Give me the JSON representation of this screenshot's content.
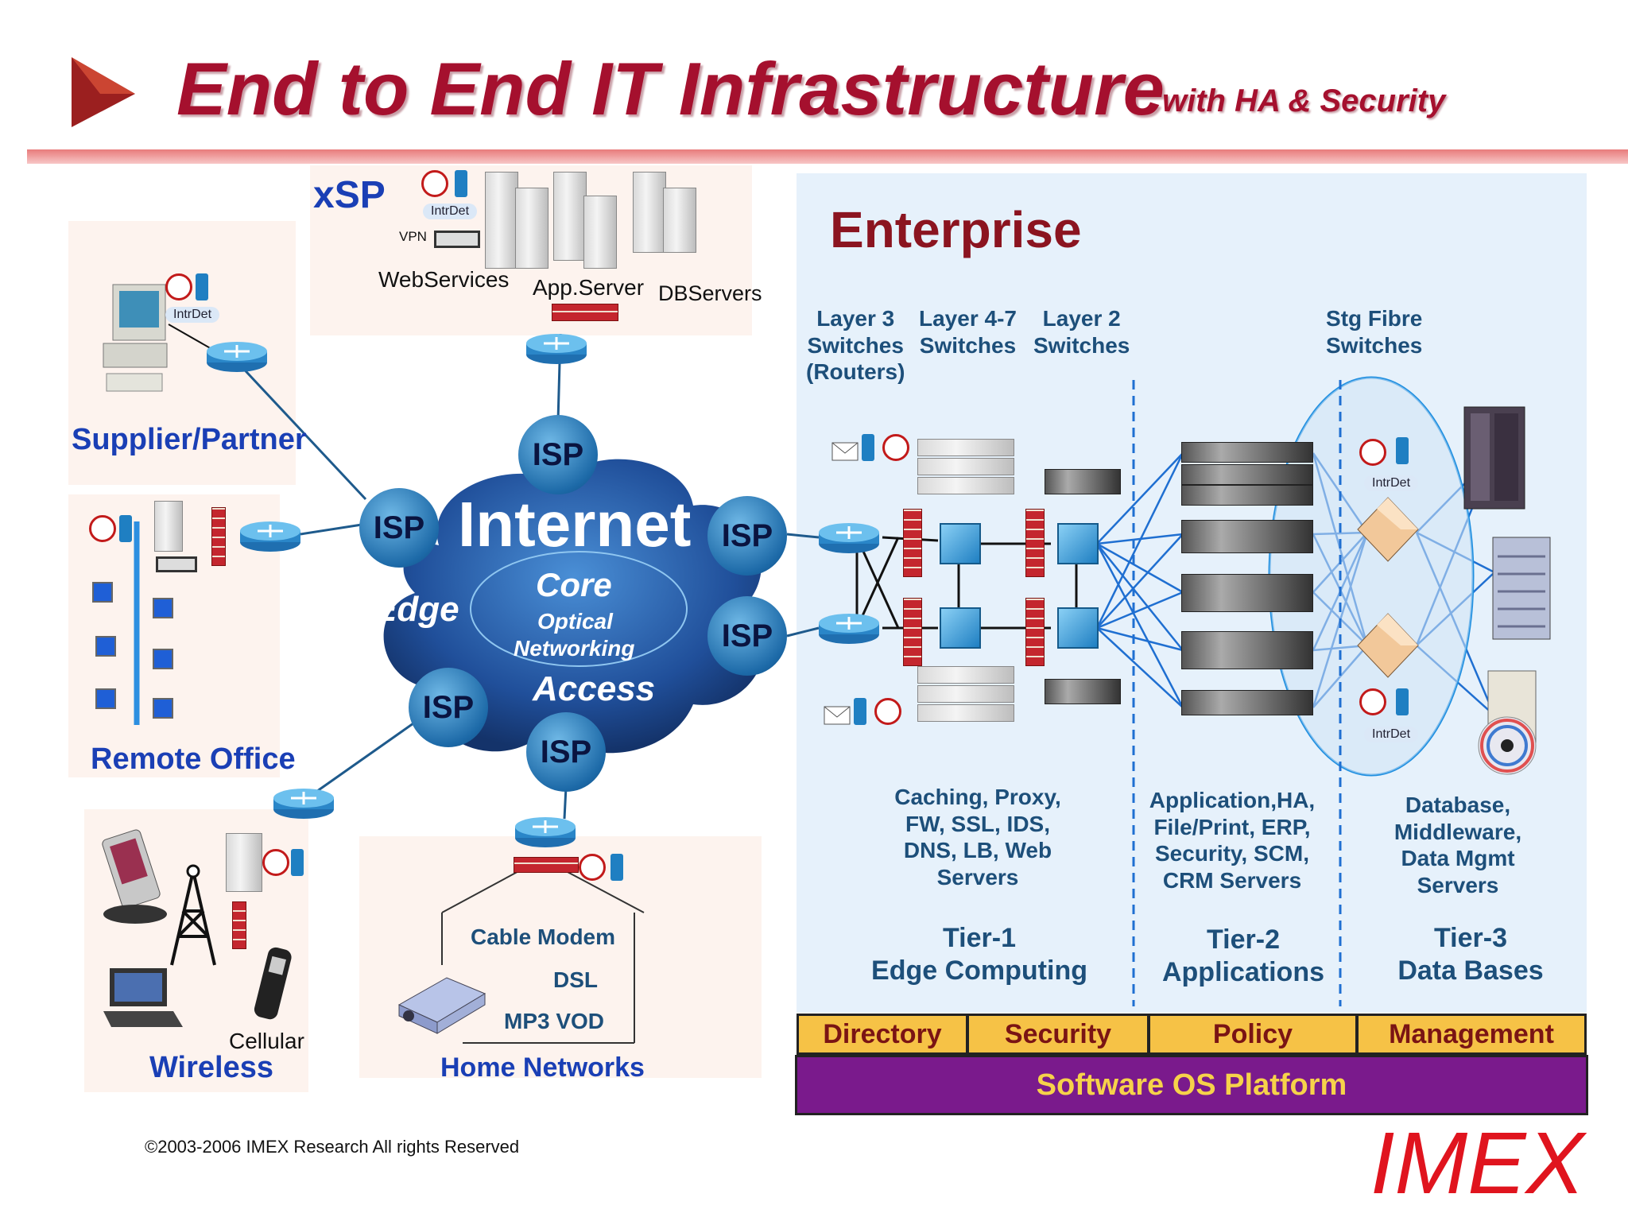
{
  "header": {
    "title": "End to End IT Infrastructure",
    "subtitle": "with HA & Security"
  },
  "xsp": {
    "label": "xSP",
    "intrdet": "IntrDet",
    "vpn": "VPN",
    "web_services": "WebServices",
    "app_server": "App.Server",
    "db_servers": "DBServers"
  },
  "supplier": {
    "label": "Supplier/Partner",
    "intrdet": "IntrDet"
  },
  "remote_office": {
    "label": "Remote Office"
  },
  "wireless": {
    "label": "Wireless",
    "cellular": "Cellular"
  },
  "home_networks": {
    "label": "Home Networks",
    "cable_modem": "Cable Modem",
    "dsl": "DSL",
    "mp3_vod": "MP3  VOD"
  },
  "internet": {
    "label": "Internet",
    "core": "Core",
    "optical": "Optical",
    "networking": "Networking",
    "edge": "Edge",
    "access": "Access",
    "isp": "ISP"
  },
  "enterprise": {
    "label": "Enterprise",
    "layer3": [
      "Layer 3",
      "Switches",
      "(Routers)"
    ],
    "layer47": [
      "Layer 4-7",
      "Switches"
    ],
    "layer2": [
      "Layer 2",
      "Switches"
    ],
    "stg_fibre": [
      "Stg Fibre",
      "Switches"
    ],
    "intrdet": "IntrDet",
    "tier1_desc": [
      "Caching, Proxy,",
      "FW, SSL, IDS,",
      "DNS, LB, Web",
      "Servers"
    ],
    "tier2_desc": [
      "Application,HA,",
      "File/Print, ERP,",
      "Security, SCM,",
      "CRM Servers"
    ],
    "tier3_desc": [
      "Database,",
      "Middleware,",
      "Data Mgmt",
      "Servers"
    ],
    "tier1": [
      "Tier-1",
      "Edge Computing"
    ],
    "tier2": [
      "Tier-2",
      "Applications"
    ],
    "tier3": [
      "Tier-3",
      "Data Bases"
    ]
  },
  "platform": {
    "directory": "Directory",
    "security": "Security",
    "policy": "Policy",
    "management": "Management",
    "os": "Software OS Platform"
  },
  "footer": {
    "copyright": "©2003-2006  IMEX Research All rights Reserved",
    "logo": "IMEX"
  },
  "colors": {
    "title_red": "#a5102e",
    "label_blue": "#1a3fb5",
    "bar_yellow": "#f6c246",
    "os_purple": "#7a1a8c",
    "os_text": "#f6d24a"
  },
  "icons": [
    "play-arrow-icon",
    "router-icon",
    "firewall-icon",
    "server-icon",
    "desktop-icon",
    "laptop-icon",
    "cell-tower-icon",
    "phone-icon",
    "pda-icon",
    "no-bug-icon",
    "key-icon",
    "mail-icon",
    "switch-icon",
    "storage-icon",
    "cd-icon"
  ]
}
